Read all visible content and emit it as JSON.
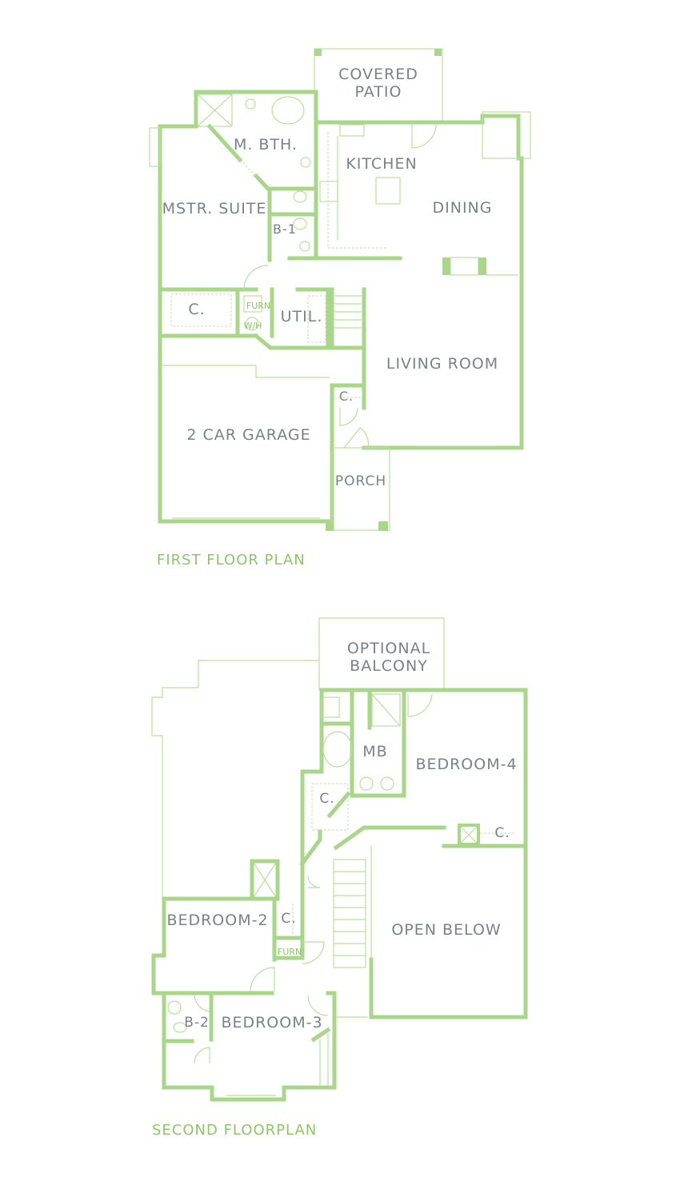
{
  "first_floor": {
    "title": "FIRST FLOOR PLAN",
    "rooms": {
      "covered_patio": "COVERED\nPATIO",
      "master_bath": "M. BTH.",
      "kitchen": "KITCHEN",
      "master_suite": "MSTR. SUITE",
      "bath_1": "B-1",
      "dining": "DINING",
      "closet": "C.",
      "furnace": "FURN",
      "water_heater": "W/H",
      "utility": "UTIL.",
      "living_room": "LIVING ROOM",
      "entry_closet": "C.",
      "garage": "2 CAR GARAGE",
      "porch": "PORCH"
    }
  },
  "second_floor": {
    "title": "SECOND FLOORPLAN",
    "rooms": {
      "optional_balcony": "OPTIONAL\nBALCONY",
      "master_bath": "MB",
      "bedroom_4": "BEDROOM-4",
      "closet_a": "C.",
      "closet_b": "C.",
      "bedroom_2": "BEDROOM-2",
      "closet_c": "C.",
      "furnace": "FURN",
      "open_below": "OPEN BELOW",
      "bath_2": "B-2",
      "bedroom_3": "BEDROOM-3"
    }
  },
  "colors": {
    "wall": "#a9d68b",
    "label": "#7a8288",
    "title": "#8fc46b"
  }
}
